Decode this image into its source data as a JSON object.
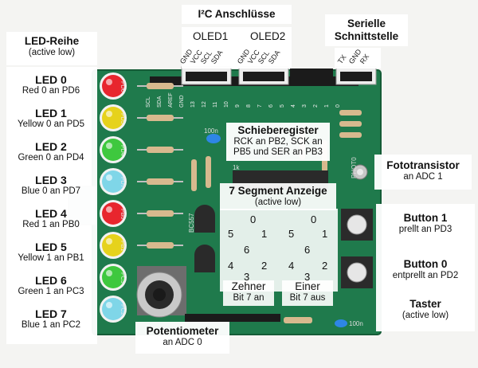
{
  "led_row": {
    "title": "LED-Reihe",
    "subtitle": "(active low)",
    "items": [
      {
        "name": "LED 0",
        "desc": "Red 0 an PD6",
        "color": "#e8262e",
        "pcb": "PD6"
      },
      {
        "name": "LED 1",
        "desc": "Yellow 0 an PD5",
        "color": "#e6d21c",
        "pcb": "PD5"
      },
      {
        "name": "LED 2",
        "desc": "Green 0 an PD4",
        "color": "#3ec83e",
        "pcb": "PD4"
      },
      {
        "name": "LED 3",
        "desc": "Blue 0 an PD7",
        "color": "#7fd6e8",
        "pcb": "PD7"
      },
      {
        "name": "LED 4",
        "desc": "Red 1 an PB0",
        "color": "#e8262e",
        "pcb": "PB0"
      },
      {
        "name": "LED 5",
        "desc": "Yellow 1 an PB1",
        "color": "#e6d21c",
        "pcb": "PB1"
      },
      {
        "name": "LED 6",
        "desc": "Green 1 an PC3",
        "color": "#3ec83e",
        "pcb": "PC3"
      },
      {
        "name": "LED 7",
        "desc": "Blue 1 an PC2",
        "color": "#7fd6e8",
        "pcb": "PC2"
      }
    ]
  },
  "i2c": {
    "title": "I²C Anschlüsse",
    "oled1": "OLED1",
    "oled2": "OLED2",
    "pins": [
      "GND",
      "VCC",
      "SCL",
      "SDA"
    ]
  },
  "serial": {
    "title_line1": "Serielle",
    "title_line2": "Schnittstelle",
    "pins": [
      "TX",
      "GND",
      "RX"
    ]
  },
  "shift": {
    "title": "Schieberegister",
    "line1": "RCK an PB2, SCK an",
    "line2": "PB5 und SER an PB3"
  },
  "segment": {
    "title": "7 Segment Anzeige",
    "subtitle": "(active low)",
    "digit_labels": [
      "0",
      "5",
      "1",
      "6",
      "4",
      "2",
      "3"
    ],
    "tens": "Zehner",
    "tens_desc": "Bit 7 an",
    "ones": "Einer",
    "ones_desc": "Bit 7 aus"
  },
  "phototransistor": {
    "title": "Fototransistor",
    "desc": "an ADC 1"
  },
  "button1": {
    "title": "Button 1",
    "desc": "prellt an PD3"
  },
  "button0": {
    "title": "Button 0",
    "desc": "entprellt an PD2"
  },
  "taster": {
    "title": "Taster",
    "subtitle": "(active low)"
  },
  "potentiometer": {
    "title": "Potentiometer",
    "desc": "an ADC 0"
  },
  "pcb_silk": {
    "header_top": [
      "SCL",
      "SDA",
      "AREF",
      "GND",
      "13",
      "12",
      "11",
      "10",
      "9",
      "8",
      "7",
      "6",
      "5",
      "4",
      "3",
      "2",
      "1",
      "0"
    ],
    "resistor_100n": "100n",
    "bc557": "BC557",
    "phot_label": "PHOT0",
    "res_1k": "1k"
  },
  "colors": {
    "pcb": "#1f7a4c",
    "pcb_dark": "#17613b",
    "header_black": "#1b1b1b",
    "background": "#f4f4f2"
  }
}
